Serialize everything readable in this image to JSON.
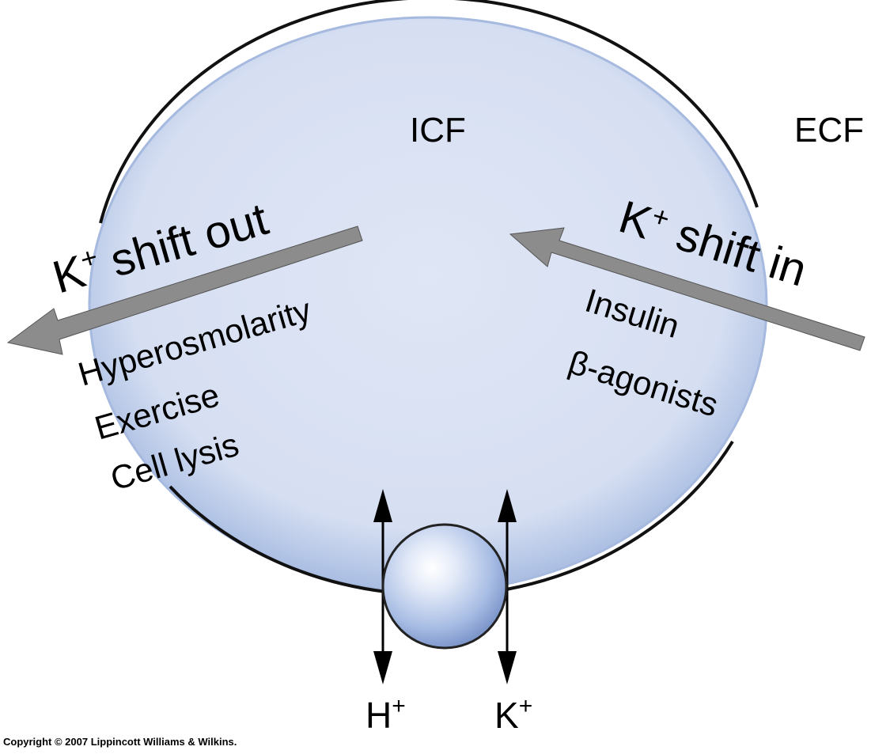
{
  "compartments": {
    "inside": "ICF",
    "outside": "ECF"
  },
  "shift_out": {
    "label_main": "K",
    "label_sup": "+",
    "label_rest": " shift out",
    "causes": [
      "Hyperosmolarity",
      "Exercise",
      "Cell lysis"
    ]
  },
  "shift_in": {
    "label_main": "K",
    "label_sup": "+",
    "label_rest": " shift in",
    "causes": [
      "Insulin",
      "β-agonists"
    ]
  },
  "exchanger": {
    "left_ion_main": "H",
    "left_ion_sup": "+",
    "right_ion_main": "K",
    "right_ion_sup": "+"
  },
  "copyright": "Copyright © 2007 Lippincott Williams & Wilkins.",
  "colors": {
    "cell_fill": "#dbe3f4",
    "cell_edge": "#9fb4dc",
    "membrane": "#111111",
    "arrow_gray": "#8c8c8c"
  }
}
